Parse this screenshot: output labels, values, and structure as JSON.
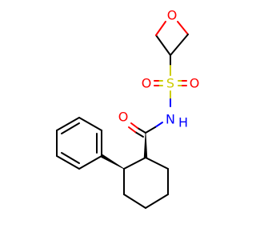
{
  "molecule": {
    "atoms": {
      "oxetane_oxygen": "O",
      "sulfur": "S",
      "sulfonyl_oxygen_left": "O",
      "sulfonyl_oxygen_right": "O",
      "amide_nitrogen": "N",
      "amide_hydrogen": "H",
      "carbonyl_oxygen": "O"
    },
    "colors": {
      "carbon": "#000000",
      "oxygen": "#ff0000",
      "nitrogen": "#0000ff",
      "sulfur": "#cccc00"
    }
  }
}
